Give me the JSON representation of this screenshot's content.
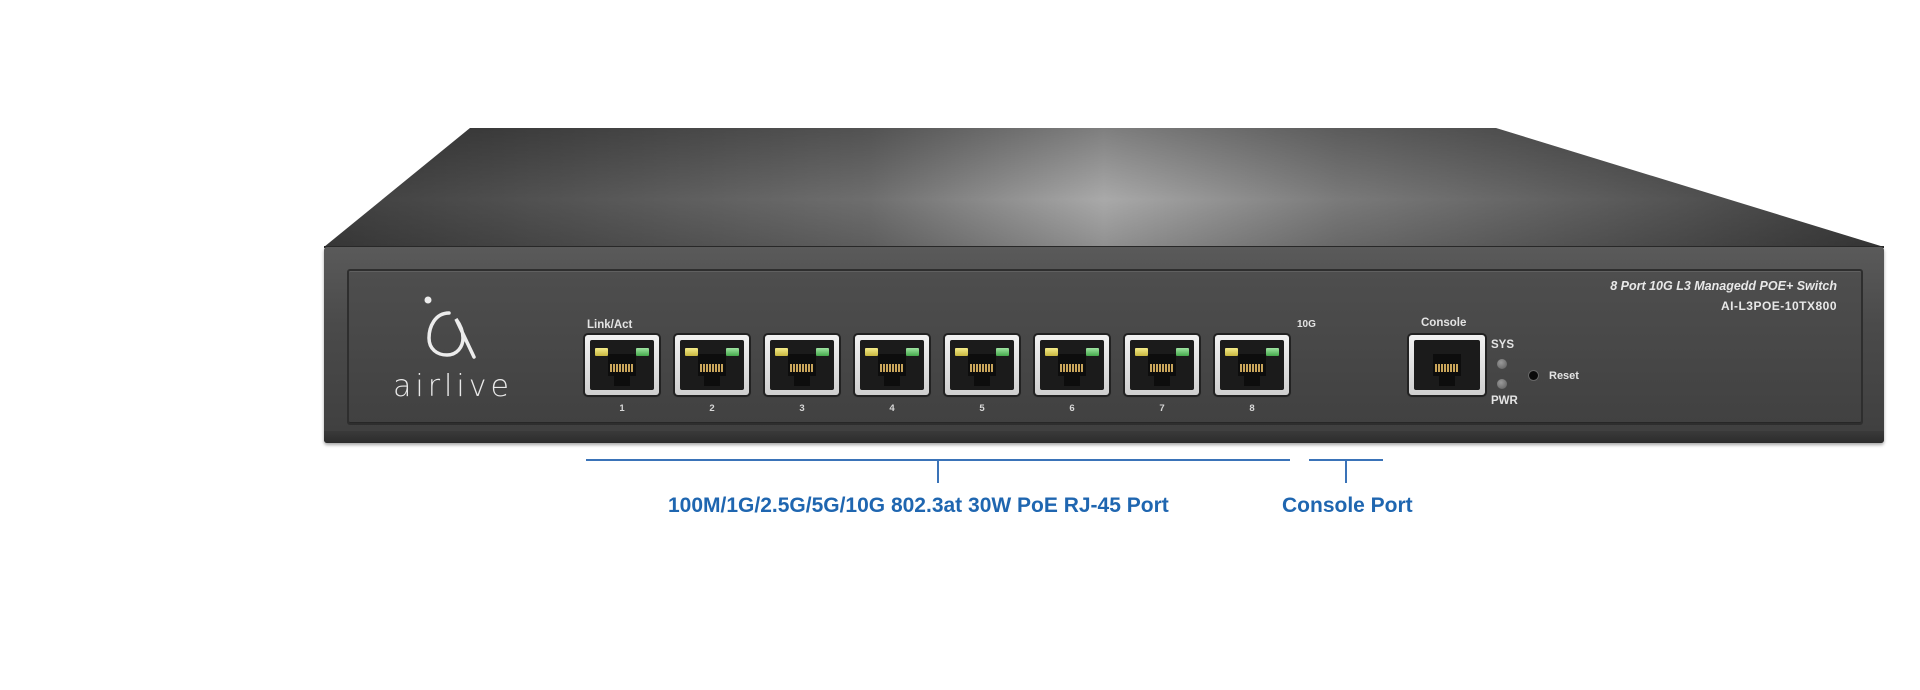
{
  "device": {
    "brand": "airlive",
    "model_title": "8 Port 10G L3 Managedd POE+ Switch",
    "model_number": "AI-L3POE-10TX800",
    "labels": {
      "link_act": "Link/Act",
      "tenG": "10G",
      "console": "Console",
      "sys": "SYS",
      "pwr": "PWR",
      "reset": "Reset"
    },
    "ports": [
      "1",
      "2",
      "3",
      "4",
      "5",
      "6",
      "7",
      "8"
    ]
  },
  "callouts": {
    "rj45": "100M/1G/2.5G/5G/10G 802.3at 30W PoE RJ-45 Port",
    "console": "Console Port"
  },
  "colors": {
    "callout_text": "#1f66b0",
    "callout_line": "#3a73b8",
    "led_link": "#c8b640",
    "led_act": "#44a84a"
  }
}
